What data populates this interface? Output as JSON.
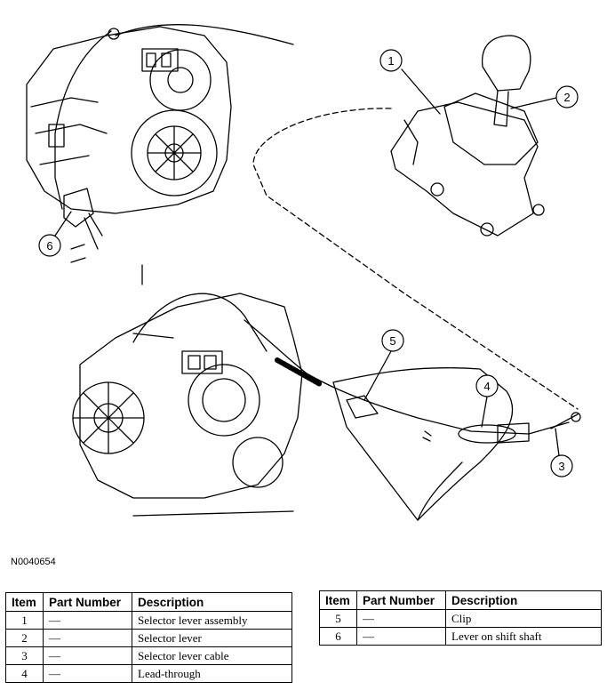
{
  "figure_id": "N0040654",
  "callouts": [
    "1",
    "2",
    "3",
    "4",
    "5",
    "6"
  ],
  "table_headers": {
    "item": "Item",
    "part_number": "Part Number",
    "description": "Description"
  },
  "table1": [
    {
      "item": "1",
      "part_number": "—",
      "description": "Selector lever assembly"
    },
    {
      "item": "2",
      "part_number": "—",
      "description": "Selector lever"
    },
    {
      "item": "3",
      "part_number": "—",
      "description": "Selector lever cable"
    },
    {
      "item": "4",
      "part_number": "—",
      "description": "Lead-through"
    }
  ],
  "table2": [
    {
      "item": "5",
      "part_number": "—",
      "description": "Clip"
    },
    {
      "item": "6",
      "part_number": "—",
      "description": "Lever on shift shaft"
    }
  ]
}
